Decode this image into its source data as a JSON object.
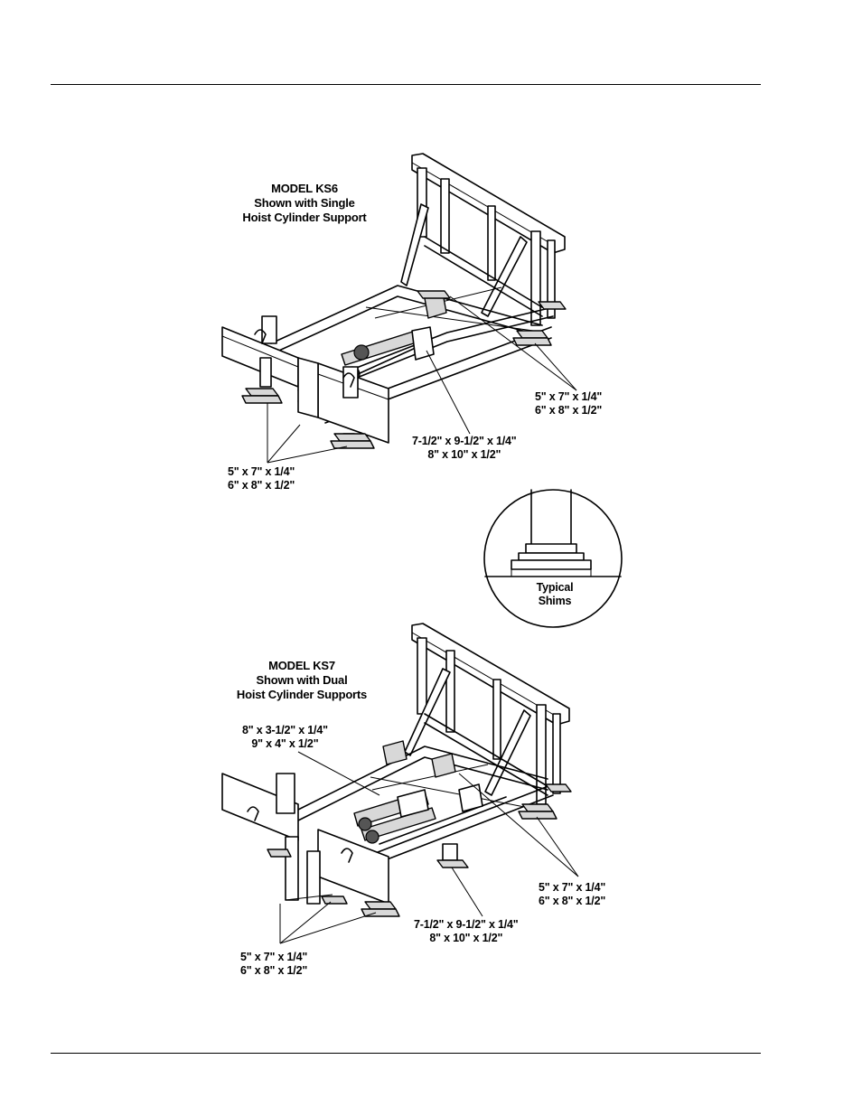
{
  "top_figure": {
    "title_lines": [
      "MODEL KS6",
      "Shown with Single",
      "Hoist Cylinder Support"
    ],
    "front_shims": [
      "5\" x 7\" x 1/4\"",
      "6\" x 8\" x 1/2\""
    ],
    "center_shims": [
      "7-1/2\" x 9-1/2\" x 1/4\"",
      "8\" x 10\" x 1/2\""
    ],
    "rear_shims": [
      "5\" x 7\" x 1/4\"",
      "6\" x 8\" x 1/2\""
    ]
  },
  "detail": {
    "label_lines": [
      "Typical",
      "Shims"
    ]
  },
  "bottom_figure": {
    "title_lines": [
      "MODEL KS7",
      "Shown with Dual",
      "Hoist Cylinder Supports"
    ],
    "cylinder_shims": [
      "8\" x 3-1/2\" x 1/4\"",
      "9\" x 4\" x 1/2\""
    ],
    "front_shims": [
      "5\" x 7\" x 1/4\"",
      "6\" x 8\" x 1/2\""
    ],
    "center_shims": [
      "7-1/2\" x 9-1/2\" x 1/4\"",
      "8\" x 10\" x 1/2\""
    ],
    "rear_shims": [
      "5\" x 7\" x 1/4\"",
      "6\" x 8\" x 1/2\""
    ]
  }
}
